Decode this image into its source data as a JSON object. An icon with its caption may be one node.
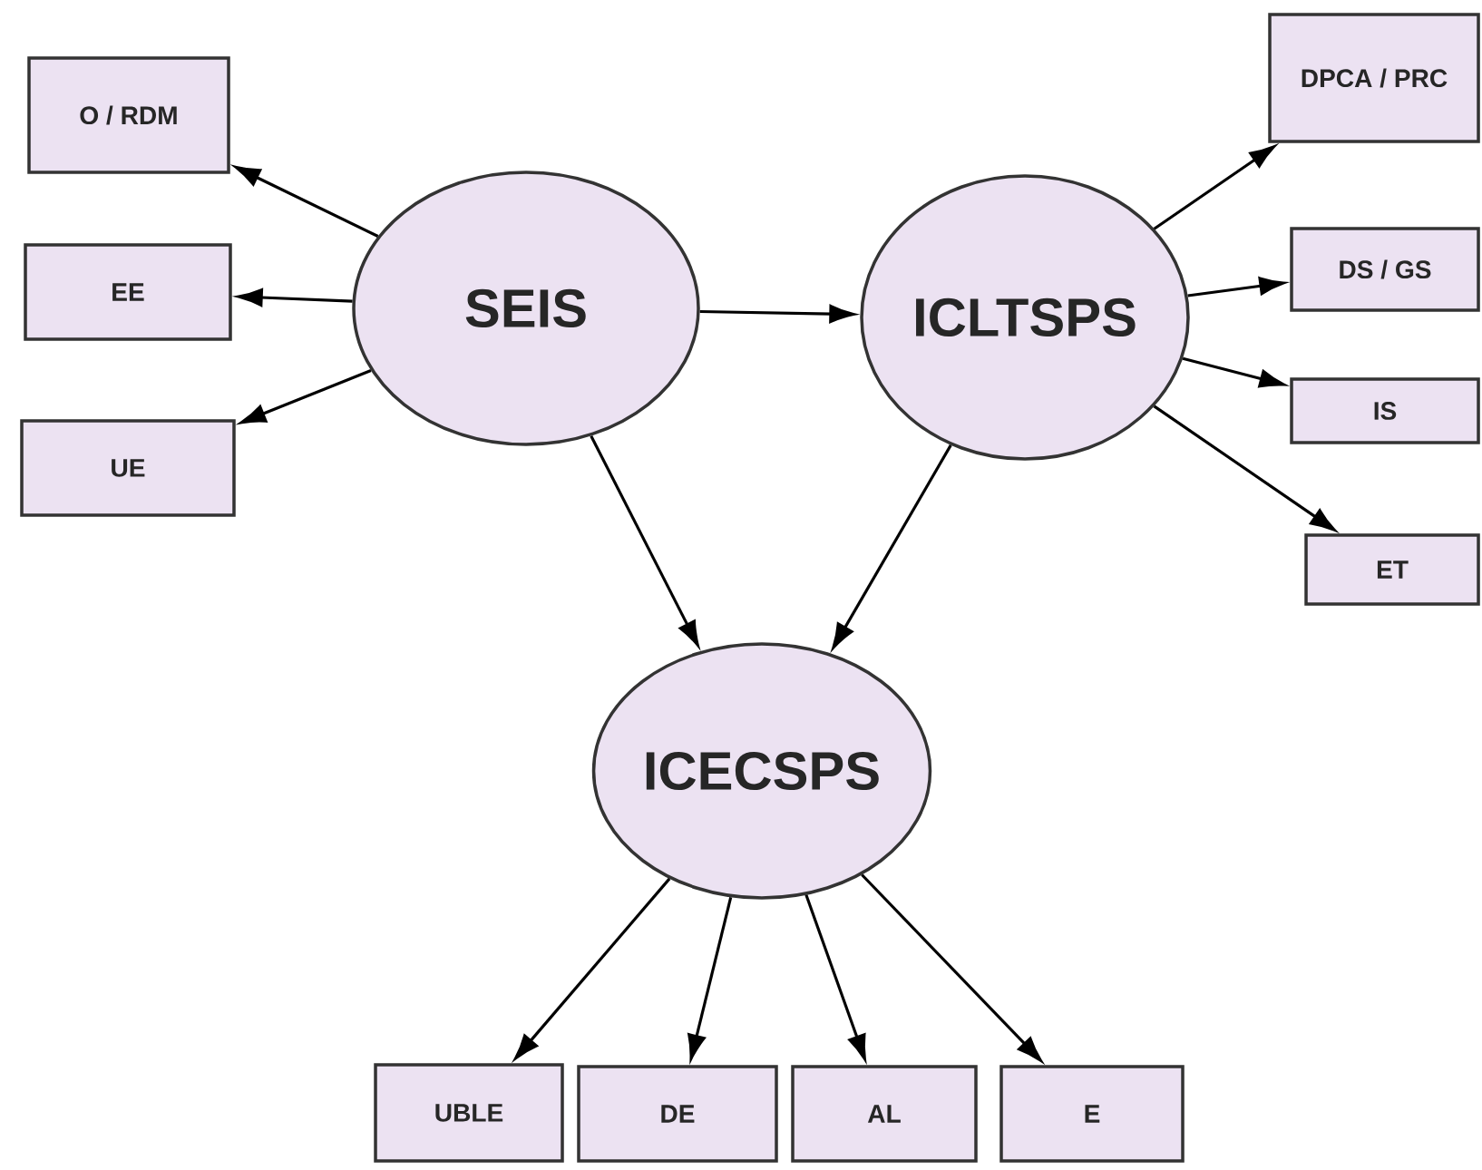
{
  "diagram": {
    "nodes": [
      {
        "text": [
          "SEIS"
        ]
      },
      {
        "text": [
          "ICLTSPS"
        ]
      },
      {
        "text": [
          "ICECSPS"
        ]
      },
      {
        "text": [
          "O / RDM"
        ]
      },
      {
        "text": [
          "EE"
        ]
      },
      {
        "text": [
          "UE"
        ]
      },
      {
        "text": [
          "DPCA / PRC"
        ]
      },
      {
        "text": [
          "DS / GS"
        ]
      },
      {
        "text": [
          "IS"
        ]
      },
      {
        "text": [
          "ET"
        ]
      },
      {
        "text": [
          "UBLE"
        ]
      },
      {
        "text": [
          "DE"
        ]
      },
      {
        "text": [
          "AL"
        ]
      },
      {
        "text": [
          "E"
        ]
      }
    ],
    "edges": [
      {
        "from": 0,
        "to": 3,
        "arrow": "to"
      },
      {
        "from": 0,
        "to": 4,
        "arrow": "to"
      },
      {
        "from": 0,
        "to": 5,
        "arrow": "to"
      },
      {
        "from": 0,
        "to": 1,
        "arrow": "to"
      },
      {
        "from": 0,
        "to": 2,
        "arrow": "to"
      },
      {
        "from": 1,
        "to": 2,
        "arrow": "to"
      },
      {
        "from": 1,
        "to": 6,
        "arrow": "to"
      },
      {
        "from": 1,
        "to": 7,
        "arrow": "to"
      },
      {
        "from": 1,
        "to": 8,
        "arrow": "to"
      },
      {
        "from": 1,
        "to": 9,
        "arrow": "to"
      },
      {
        "from": 2,
        "to": 10,
        "arrow": "to"
      },
      {
        "from": 2,
        "to": 11,
        "arrow": "to"
      },
      {
        "from": 2,
        "to": 12,
        "arrow": "to"
      },
      {
        "from": 2,
        "to": 13,
        "arrow": "to"
      }
    ]
  }
}
